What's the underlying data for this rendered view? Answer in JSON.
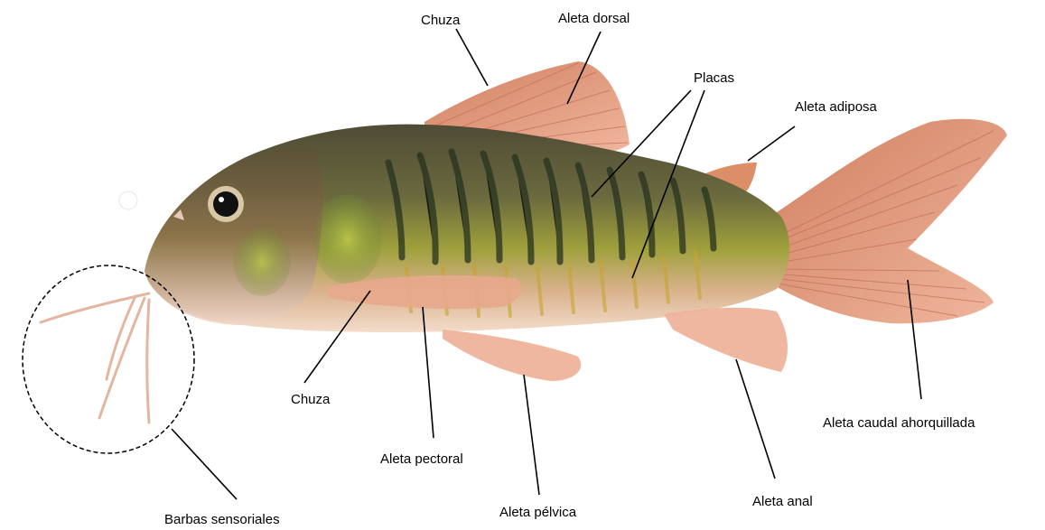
{
  "labels": {
    "chuza_top": "Chuza",
    "aleta_dorsal": "Aleta dorsal",
    "placas": "Placas",
    "aleta_adiposa": "Aleta adiposa",
    "aleta_caudal": "Aleta caudal ahorquillada",
    "chuza_bottom": "Chuza",
    "aleta_pectoral": "Aleta pectoral",
    "aleta_pelvica": "Aleta pélvica",
    "aleta_anal": "Aleta anal",
    "barbas": "Barbas sensoriales"
  },
  "colors": {
    "body_dark": "#5e5a3e",
    "body_mid": "#8a7a4a",
    "body_gold": "#b6b23c",
    "belly": "#f1d4c2",
    "fin": "#e5a184",
    "fin_ray": "#c97258",
    "flank_green": "#7fa23a",
    "stripe": "#2f3b2a",
    "eye": "#111111",
    "line": "#000000"
  }
}
